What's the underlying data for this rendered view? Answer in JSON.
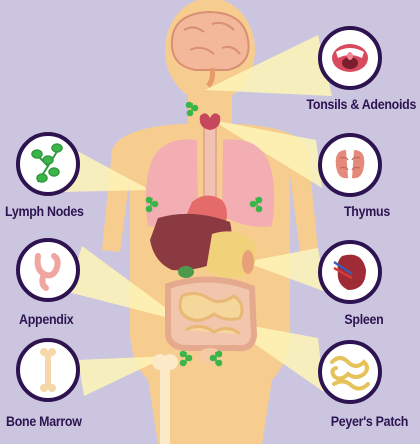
{
  "diagram": {
    "background": "#cbc5df",
    "body_color": "#f7cd8f",
    "ring_color": "#2d1450",
    "beam_color": "#fff6b8",
    "node_color": "#3bb54a",
    "labels": {
      "tonsils": "Tonsils & Adenoids",
      "thymus": "Thymus",
      "spleen": "Spleen",
      "peyers": "Peyer's Patch",
      "lymph_nodes": "Lymph Nodes",
      "appendix": "Appendix",
      "bone_marrow": "Bone Marrow"
    },
    "icons": [
      "throat-icon",
      "thymus-icon",
      "spleen-icon",
      "intestine-icon",
      "lymph-node-icon",
      "appendix-icon",
      "bone-icon"
    ]
  }
}
